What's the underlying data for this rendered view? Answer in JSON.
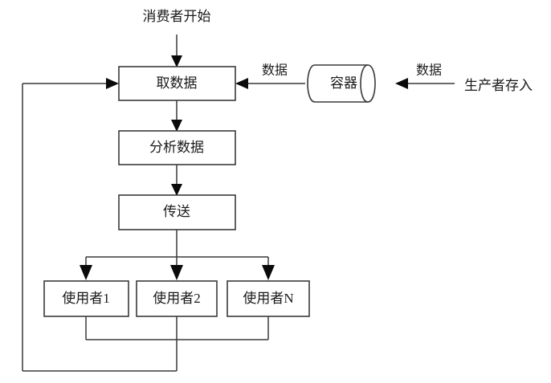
{
  "diagram": {
    "title": "consumer-producer-flowchart",
    "background_color": "#ffffff",
    "line_color": "#3a3a3a",
    "text_color": "#1a1a1a",
    "nodes": {
      "start": {
        "label": "消费者开始",
        "shape": "text-terminator"
      },
      "fetch": {
        "label": "取数据",
        "shape": "process"
      },
      "analyze": {
        "label": "分析数据",
        "shape": "process"
      },
      "transmit": {
        "label": "传送",
        "shape": "process"
      },
      "container": {
        "label": "容器",
        "shape": "cylinder"
      },
      "producer": {
        "label": "生产者存入",
        "shape": "text-terminator"
      },
      "user1": {
        "label": "使用者1",
        "shape": "process"
      },
      "user2": {
        "label": "使用者2",
        "shape": "process"
      },
      "userN": {
        "label": "使用者N",
        "shape": "process"
      }
    },
    "edge_labels": {
      "container_to_fetch": "数据",
      "producer_to_container": "数据"
    }
  }
}
